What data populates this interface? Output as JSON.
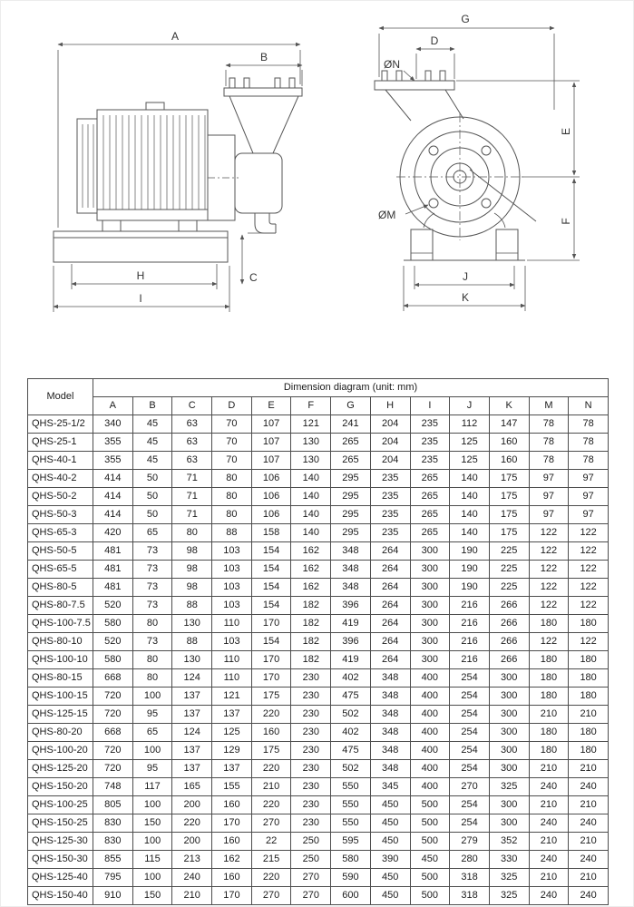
{
  "diagram": {
    "side_view": {
      "dim_a": "A",
      "dim_b": "B",
      "dim_c": "C",
      "dim_h": "H",
      "dim_i": "I"
    },
    "front_view": {
      "dim_g": "G",
      "dim_d": "D",
      "dim_n": "ØN",
      "dim_e": "E",
      "dim_f": "F",
      "dim_m": "ØM",
      "dim_j": "J",
      "dim_k": "K"
    }
  },
  "table": {
    "title": "Dimension diagram (unit: mm)",
    "model_header": "Model",
    "columns": [
      "A",
      "B",
      "C",
      "D",
      "E",
      "F",
      "G",
      "H",
      "I",
      "J",
      "K",
      "M",
      "N"
    ],
    "rows": [
      {
        "model": "QHS-25-1/2",
        "values": [
          340,
          45,
          63,
          70,
          107,
          121,
          241,
          204,
          235,
          112,
          147,
          78,
          78
        ]
      },
      {
        "model": "QHS-25-1",
        "values": [
          355,
          45,
          63,
          70,
          107,
          130,
          265,
          204,
          235,
          125,
          160,
          78,
          78
        ]
      },
      {
        "model": "QHS-40-1",
        "values": [
          355,
          45,
          63,
          70,
          107,
          130,
          265,
          204,
          235,
          125,
          160,
          78,
          78
        ]
      },
      {
        "model": "QHS-40-2",
        "values": [
          414,
          50,
          71,
          80,
          106,
          140,
          295,
          235,
          265,
          140,
          175,
          97,
          97
        ]
      },
      {
        "model": "QHS-50-2",
        "values": [
          414,
          50,
          71,
          80,
          106,
          140,
          295,
          235,
          265,
          140,
          175,
          97,
          97
        ]
      },
      {
        "model": "QHS-50-3",
        "values": [
          414,
          50,
          71,
          80,
          106,
          140,
          295,
          235,
          265,
          140,
          175,
          97,
          97
        ]
      },
      {
        "model": "QHS-65-3",
        "values": [
          420,
          65,
          80,
          88,
          158,
          140,
          295,
          235,
          265,
          140,
          175,
          122,
          122
        ]
      },
      {
        "model": "QHS-50-5",
        "values": [
          481,
          73,
          98,
          103,
          154,
          162,
          348,
          264,
          300,
          190,
          225,
          122,
          122
        ]
      },
      {
        "model": "QHS-65-5",
        "values": [
          481,
          73,
          98,
          103,
          154,
          162,
          348,
          264,
          300,
          190,
          225,
          122,
          122
        ]
      },
      {
        "model": "QHS-80-5",
        "values": [
          481,
          73,
          98,
          103,
          154,
          162,
          348,
          264,
          300,
          190,
          225,
          122,
          122
        ]
      },
      {
        "model": "QHS-80-7.5",
        "values": [
          520,
          73,
          88,
          103,
          154,
          182,
          396,
          264,
          300,
          216,
          266,
          122,
          122
        ]
      },
      {
        "model": "QHS-100-7.5",
        "values": [
          580,
          80,
          130,
          110,
          170,
          182,
          419,
          264,
          300,
          216,
          266,
          180,
          180
        ]
      },
      {
        "model": "QHS-80-10",
        "values": [
          520,
          73,
          88,
          103,
          154,
          182,
          396,
          264,
          300,
          216,
          266,
          122,
          122
        ]
      },
      {
        "model": "QHS-100-10",
        "values": [
          580,
          80,
          130,
          110,
          170,
          182,
          419,
          264,
          300,
          216,
          266,
          180,
          180
        ]
      },
      {
        "model": "QHS-80-15",
        "values": [
          668,
          80,
          124,
          110,
          170,
          230,
          402,
          348,
          400,
          254,
          300,
          180,
          180
        ]
      },
      {
        "model": "QHS-100-15",
        "values": [
          720,
          100,
          137,
          121,
          175,
          230,
          475,
          348,
          400,
          254,
          300,
          180,
          180
        ]
      },
      {
        "model": "QHS-125-15",
        "values": [
          720,
          95,
          137,
          137,
          220,
          230,
          502,
          348,
          400,
          254,
          300,
          210,
          210
        ]
      },
      {
        "model": "QHS-80-20",
        "values": [
          668,
          65,
          124,
          125,
          160,
          230,
          402,
          348,
          400,
          254,
          300,
          180,
          180
        ]
      },
      {
        "model": "QHS-100-20",
        "values": [
          720,
          100,
          137,
          129,
          175,
          230,
          475,
          348,
          400,
          254,
          300,
          180,
          180
        ]
      },
      {
        "model": "QHS-125-20",
        "values": [
          720,
          95,
          137,
          137,
          220,
          230,
          502,
          348,
          400,
          254,
          300,
          210,
          210
        ]
      },
      {
        "model": "QHS-150-20",
        "values": [
          748,
          117,
          165,
          155,
          210,
          230,
          550,
          345,
          400,
          270,
          325,
          240,
          240
        ]
      },
      {
        "model": "QHS-100-25",
        "values": [
          805,
          100,
          200,
          160,
          220,
          230,
          550,
          450,
          500,
          254,
          300,
          210,
          210
        ]
      },
      {
        "model": "QHS-150-25",
        "values": [
          830,
          150,
          220,
          170,
          270,
          230,
          550,
          450,
          500,
          254,
          300,
          240,
          240
        ]
      },
      {
        "model": "QHS-125-30",
        "values": [
          830,
          100,
          200,
          160,
          22,
          250,
          595,
          450,
          500,
          279,
          352,
          210,
          210
        ]
      },
      {
        "model": "QHS-150-30",
        "values": [
          855,
          115,
          213,
          162,
          215,
          250,
          580,
          390,
          450,
          280,
          330,
          240,
          240
        ]
      },
      {
        "model": "QHS-125-40",
        "values": [
          795,
          100,
          240,
          160,
          220,
          270,
          590,
          450,
          500,
          318,
          325,
          210,
          210
        ]
      },
      {
        "model": "QHS-150-40",
        "values": [
          910,
          150,
          210,
          170,
          270,
          270,
          600,
          450,
          500,
          318,
          325,
          240,
          240
        ]
      }
    ]
  }
}
